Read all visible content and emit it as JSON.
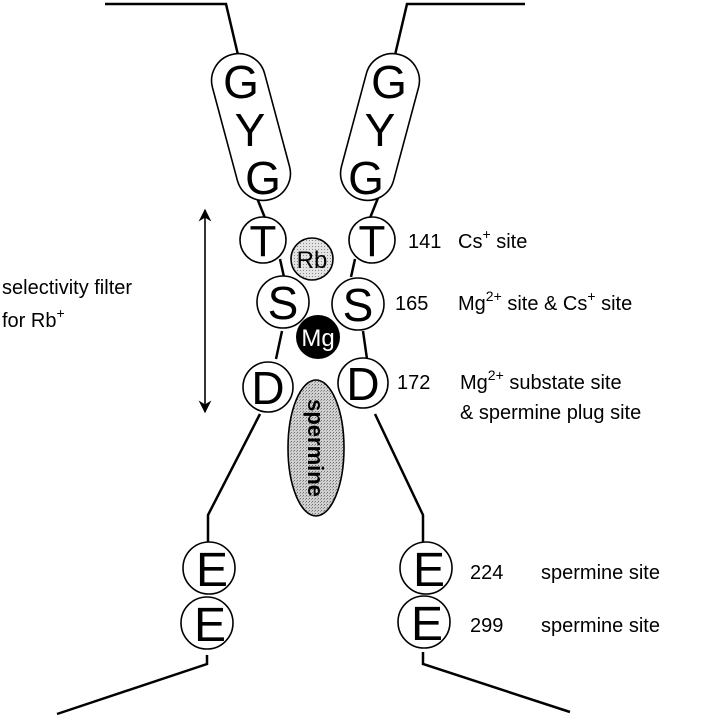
{
  "diagram": {
    "title": "Selectivity filter and cation binding sites",
    "colors": {
      "line": "#000000",
      "residue_fill": "#ffffff",
      "rb_fill": "#d9d9d9",
      "mg_fill": "#000000",
      "spermine_fill": "#c8c8c8"
    },
    "left_chain": {
      "gyg": [
        "G",
        "Y",
        "G"
      ],
      "residues": [
        "T",
        "S",
        "D",
        "E",
        "E"
      ]
    },
    "right_chain": {
      "gyg": [
        "G",
        "Y",
        "G"
      ],
      "residues": [
        "T",
        "S",
        "D",
        "E",
        "E"
      ]
    },
    "ions": {
      "rb": "Rb",
      "mg": "Mg",
      "spermine": "spermine"
    },
    "selectivity_filter": {
      "line1": "selectivity filter",
      "line2_base": "for Rb",
      "line2_sup": "+"
    },
    "site_labels": [
      {
        "number": "141",
        "parts": [
          {
            "t": "Cs"
          },
          {
            "sup": "+"
          },
          {
            "t": " site"
          }
        ]
      },
      {
        "number": "165",
        "parts": [
          {
            "t": "Mg"
          },
          {
            "sup": "2+"
          },
          {
            "t": " site & Cs"
          },
          {
            "sup": "+"
          },
          {
            "t": " site"
          }
        ]
      },
      {
        "number": "172",
        "parts": [
          {
            "t": "Mg"
          },
          {
            "sup": "2+"
          },
          {
            "t": " substate site"
          }
        ],
        "line2": "& spermine plug site"
      },
      {
        "number": "224",
        "parts": [
          {
            "t": "spermine site"
          }
        ]
      },
      {
        "number": "299",
        "parts": [
          {
            "t": "spermine site"
          }
        ]
      }
    ]
  }
}
